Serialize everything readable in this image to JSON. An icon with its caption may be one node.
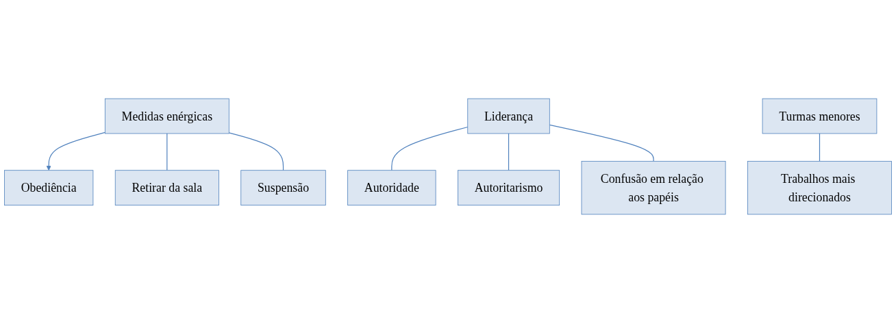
{
  "diagram": {
    "nodes": [
      {
        "text": [
          "Medidas enérgicas"
        ]
      },
      {
        "text": [
          "Obediência"
        ]
      },
      {
        "text": [
          "Retirar da sala"
        ]
      },
      {
        "text": [
          "Suspensão"
        ]
      },
      {
        "text": [
          "Autoridade"
        ]
      },
      {
        "text": [
          "Liderança"
        ]
      },
      {
        "text": [
          "Autoritarismo"
        ]
      },
      {
        "text": [
          "Turmas menores"
        ]
      },
      {
        "text": [
          "Trabalhos mais direcionados"
        ]
      },
      {
        "text": [
          "Confusão em relação aos papéis"
        ]
      }
    ],
    "edges": [
      {
        "from": 0,
        "to": 1,
        "arrow": "to"
      },
      {
        "from": 0,
        "to": 2,
        "arrow": "none"
      },
      {
        "from": 0,
        "to": 3,
        "arrow": "none"
      },
      {
        "from": 5,
        "to": 4,
        "arrow": "none"
      },
      {
        "from": 5,
        "to": 6,
        "arrow": "none"
      },
      {
        "from": 7,
        "to": 8,
        "arrow": "none"
      },
      {
        "from": 5,
        "to": 9,
        "arrow": "none"
      }
    ]
  }
}
